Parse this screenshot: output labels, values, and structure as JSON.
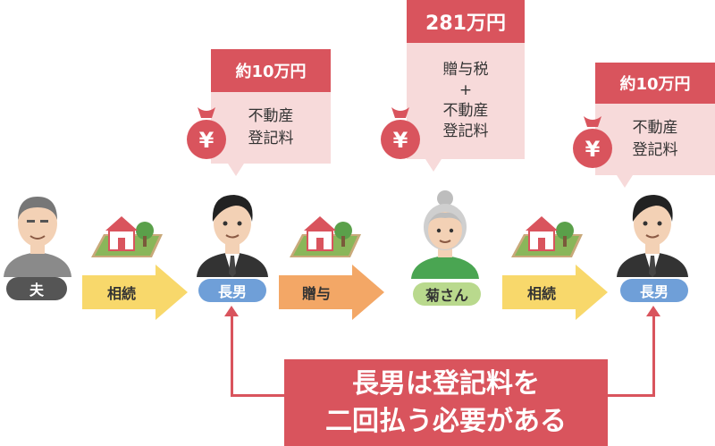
{
  "callouts": [
    {
      "amount": "約10万円",
      "detail": [
        "不動産",
        "登記料"
      ]
    },
    {
      "amount": "281万円",
      "detail": [
        "贈与税",
        "+",
        "不動産",
        "登記料"
      ]
    },
    {
      "amount": "約10万円",
      "detail": [
        "不動産",
        "登記料"
      ]
    }
  ],
  "people": [
    {
      "label": "夫"
    },
    {
      "label": "長男"
    },
    {
      "label": "菊さん"
    },
    {
      "label": "長男"
    }
  ],
  "arrows": [
    {
      "label": "相続"
    },
    {
      "label": "贈与"
    },
    {
      "label": "相続"
    }
  ],
  "money_symbol": "¥",
  "banner": {
    "line1": "長男は登記料を",
    "line2": "二回払う必要がある"
  },
  "colors": {
    "accent": "#d9545d",
    "callout_bg": "#f7dada",
    "label_dark": "#555555",
    "label_blue": "#6f9fd8",
    "label_green": "#b9d98d",
    "arrow_yellow": "#f8d86b",
    "arrow_orange": "#f3a766"
  }
}
